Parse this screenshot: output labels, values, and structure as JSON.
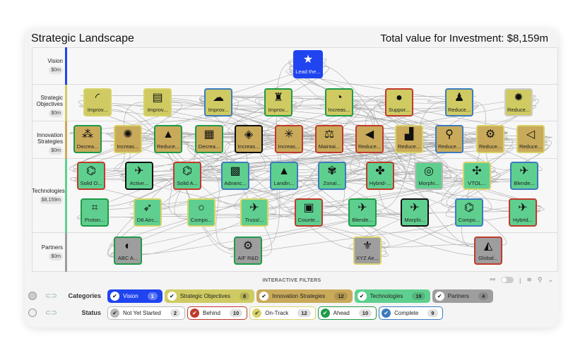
{
  "header": {
    "title": "Strategic Landscape",
    "total": "Total value for Investment: $8,159m"
  },
  "colors": {
    "vision": "#1f44f0",
    "objectives": "#cfcb62",
    "strategies": "#c9aa5a",
    "technologies": "#5fcf8f",
    "partners": "#9e9e9e",
    "behind": "#c0392b",
    "ahead": "#1e9a48",
    "complete": "#3b7bbf",
    "ontrack": "#d8d36a",
    "notstarted": "#b8b8b8",
    "selected": "#111111"
  },
  "lanes": [
    {
      "label": "Vision",
      "value": "$0m"
    },
    {
      "label": "Strategic Objectives",
      "value": "$0m"
    },
    {
      "label": "Innovation Strategies",
      "value": "$0m"
    },
    {
      "label": "Technologies",
      "value": "$8,159m"
    },
    {
      "label": "Partners",
      "value": "$0m"
    }
  ],
  "nodes": {
    "vision": [
      {
        "label": "Lead the...",
        "icon": "star-icon",
        "status": "vision"
      }
    ],
    "objectives": [
      {
        "label": "Improv...",
        "icon": "gauge-icon",
        "status": "ontrack"
      },
      {
        "label": "Improv...",
        "icon": "chat-icon",
        "status": "ontrack"
      },
      {
        "label": "Improv...",
        "icon": "cloud-wind-icon",
        "status": "complete"
      },
      {
        "label": "Improv...",
        "icon": "airport-icon",
        "status": "ahead"
      },
      {
        "label": "Increas...",
        "icon": "clock-icon",
        "status": "ahead"
      },
      {
        "label": "Suppor...",
        "icon": "drop-icon",
        "status": "behind"
      },
      {
        "label": "Reduce...",
        "icon": "person-noise-icon",
        "status": "complete"
      },
      {
        "label": "Reduce...",
        "icon": "sun-tool-icon",
        "status": "notstarted"
      }
    ],
    "strategies": [
      {
        "label": "Decrea...",
        "icon": "hierarchy-icon",
        "status": "ahead"
      },
      {
        "label": "Increas...",
        "icon": "mandala-icon",
        "status": "ontrack"
      },
      {
        "label": "Reduce...",
        "icon": "weight-icon",
        "status": "ahead"
      },
      {
        "label": "Decrea...",
        "icon": "money-icon",
        "status": "ahead"
      },
      {
        "label": "Increas...",
        "icon": "fuel-icon",
        "status": "selected"
      },
      {
        "label": "Increas...",
        "icon": "spark-icon",
        "status": "behind"
      },
      {
        "label": "Maintai...",
        "icon": "balance-icon",
        "status": "behind"
      },
      {
        "label": "Reduce...",
        "icon": "speaker-icon",
        "status": "behind"
      },
      {
        "label": "Reduce...",
        "icon": "factory-icon",
        "status": "ontrack"
      },
      {
        "label": "Reduce...",
        "icon": "kg-weight-icon",
        "status": "complete"
      },
      {
        "label": "Reduce...",
        "icon": "gear-dollar-icon",
        "status": "ontrack"
      },
      {
        "label": "Reduce...",
        "icon": "volume-icon",
        "status": "ontrack"
      }
    ],
    "technologies": [
      {
        "label": "Solid O...",
        "icon": "molecule-icon",
        "status": "behind"
      },
      {
        "label": "Active...",
        "icon": "aircraft-icon",
        "status": "selected"
      },
      {
        "label": "Solid A...",
        "icon": "molecule-icon",
        "status": "behind"
      },
      {
        "label": "Advanc...",
        "icon": "lattice-icon",
        "status": "complete"
      },
      {
        "label": "Landin...",
        "icon": "runway-icon",
        "status": "complete"
      },
      {
        "label": "Zonal...",
        "icon": "fan-icon",
        "status": "complete"
      },
      {
        "label": "Hybrid-...",
        "icon": "propeller-icon",
        "status": "behind"
      },
      {
        "label": "Morphi...",
        "icon": "pipes-icon",
        "status": "notstarted"
      },
      {
        "label": "VTOL...",
        "icon": "drone-icon",
        "status": "ontrack"
      },
      {
        "label": "Blende...",
        "icon": "plane-icon",
        "status": "complete"
      },
      {
        "label": "Proton...",
        "icon": "network-icon",
        "status": "ahead"
      },
      {
        "label": "D8 Airc...",
        "icon": "jet-icon",
        "status": "ontrack"
      },
      {
        "label": "Compo...",
        "icon": "ring-icon",
        "status": "ontrack"
      },
      {
        "label": "Truss/...",
        "icon": "plane-icon",
        "status": "ontrack"
      },
      {
        "label": "Counte...",
        "icon": "motor-icon",
        "status": "behind"
      },
      {
        "label": "Blende...",
        "icon": "propeller-plane-icon",
        "status": "ahead"
      },
      {
        "label": "Morphi...",
        "icon": "plane-icon",
        "status": "selected"
      },
      {
        "label": "Compo...",
        "icon": "molecule-icon",
        "status": "complete"
      },
      {
        "label": "Hybrid...",
        "icon": "fighter-icon",
        "status": "behind"
      }
    ],
    "partners": [
      {
        "label": "ABC A...",
        "icon": "globe-plane-icon",
        "status": "ahead"
      },
      {
        "label": "AIF R&D",
        "icon": "gears-logo-icon",
        "status": "ahead"
      },
      {
        "label": "XYZ Ae...",
        "icon": "emblem-icon",
        "status": "ontrack"
      },
      {
        "label": "Global...",
        "icon": "wings-logo-icon",
        "status": "behind"
      }
    ]
  },
  "filters": {
    "title": "INTERACTIVE FILTERS",
    "categories_label": "Categories",
    "status_label": "Status",
    "categories": [
      {
        "label": "Vision",
        "count": "1",
        "key": "vision"
      },
      {
        "label": "Strategic Objectives",
        "count": "8",
        "key": "objectives"
      },
      {
        "label": "Innovation Strategies",
        "count": "12",
        "key": "strategies"
      },
      {
        "label": "Technologies",
        "count": "19",
        "key": "technologies"
      },
      {
        "label": "Partners",
        "count": "4",
        "key": "partners"
      }
    ],
    "statuses": [
      {
        "label": "Not Yet Started",
        "count": "2",
        "key": "notstarted"
      },
      {
        "label": "Behind",
        "count": "10",
        "key": "behind"
      },
      {
        "label": "On-Track",
        "count": "12",
        "key": "ontrack"
      },
      {
        "label": "Ahead",
        "count": "10",
        "key": "ahead"
      },
      {
        "label": "Complete",
        "count": "9",
        "key": "complete"
      }
    ]
  }
}
